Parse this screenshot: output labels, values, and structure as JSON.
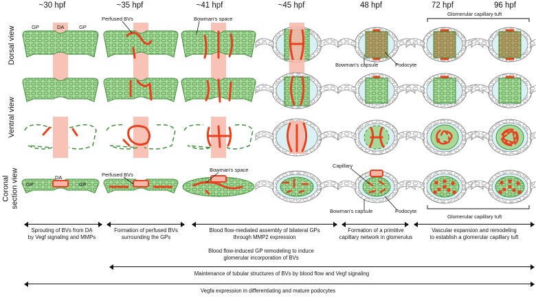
{
  "stages": [
    "~30 hpf",
    "~35 hpf",
    "~41 hpf",
    "~45 hpf",
    "48 hpf",
    "72 hpf",
    "96 hpf"
  ],
  "row_labels": {
    "dorsal": "Dorsal view",
    "ventral": "Ventral view",
    "coronal_line1": "Coronal",
    "coronal_line2": "section view"
  },
  "annotations": {
    "gp": "GP",
    "da": "DA",
    "perfused_bvs": "Perfused BVs",
    "bowmans_space": "Bowman's space",
    "bowmans_capsule": "Bowman's capsule",
    "podocyte": "Podocyte",
    "capillary": "Capillary",
    "glomerular_capillary_tuft": "Glomerular capillary tuft"
  },
  "phases": [
    {
      "line1": "Sprouting of BVs from DA",
      "line2": "by Vegf signaling and MMPs"
    },
    {
      "line1": "Formation of perfused BVs",
      "line2": "surrounding the GPs"
    },
    {
      "line1": "Blood flow-mediated assembly of bilateral GPs",
      "line2": "through MMP2 expression"
    },
    {
      "line1": "Formation of a primitive",
      "line2": "capillary network in glomerulus"
    },
    {
      "line1": "Vascular expansion and remodeling",
      "line2": "to establish a glomerular capillary tuft"
    }
  ],
  "processes": [
    {
      "line1": "Blood flow-induced GP remodeling to induce",
      "line2": "glomerular incorporation of BVs"
    },
    {
      "line1": "Maintenance of tubular structures of BVs by blood flow and Vegf signaling",
      "line2": ""
    },
    {
      "line1": "Vegfa expression in differentiating and mature podocytes",
      "line2": ""
    }
  ],
  "colors": {
    "gp_fill": "#a8d89a",
    "gp_stroke": "#3f8f3a",
    "vessel": "#e8401c",
    "da_fill": "#f7b7aa",
    "capsule_fill": "#d9f1f4",
    "capsule_stroke": "#8a8a8a"
  }
}
